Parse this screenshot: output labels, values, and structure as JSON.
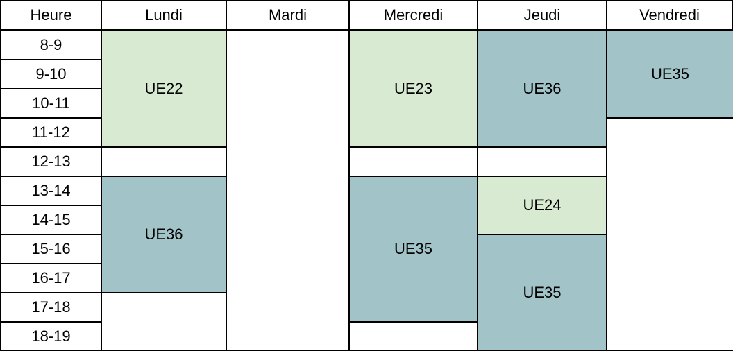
{
  "colors": {
    "green": "#d9ead3",
    "teal": "#a2c4c9",
    "empty": "#ffffff",
    "grid": "#000000"
  },
  "headers": [
    "Heure",
    "Lundi",
    "Mardi",
    "Mercredi",
    "Jeudi",
    "Vendredi"
  ],
  "hours": [
    "8-9",
    "9-10",
    "10-11",
    "11-12",
    "12-13",
    "13-14",
    "14-15",
    "15-16",
    "16-17",
    "17-18",
    "18-19"
  ],
  "schedule": [
    [
      {
        "label": "UE22",
        "color": "green",
        "start": 0,
        "span": 4
      },
      {
        "label": "",
        "color": "empty",
        "start": 4,
        "span": 1
      },
      {
        "label": "UE36",
        "color": "teal",
        "start": 5,
        "span": 4
      },
      {
        "label": "",
        "color": "empty",
        "start": 9,
        "span": 2
      }
    ],
    [
      {
        "label": "",
        "color": "empty",
        "start": 0,
        "span": 11
      }
    ],
    [
      {
        "label": "UE23",
        "color": "green",
        "start": 0,
        "span": 4
      },
      {
        "label": "",
        "color": "empty",
        "start": 4,
        "span": 1
      },
      {
        "label": "UE35",
        "color": "teal",
        "start": 5,
        "span": 5
      },
      {
        "label": "",
        "color": "empty",
        "start": 10,
        "span": 1
      }
    ],
    [
      {
        "label": "UE36",
        "color": "teal",
        "start": 0,
        "span": 4
      },
      {
        "label": "",
        "color": "empty",
        "start": 4,
        "span": 1
      },
      {
        "label": "UE24",
        "color": "green",
        "start": 5,
        "span": 2
      },
      {
        "label": "UE35",
        "color": "teal",
        "start": 7,
        "span": 4
      }
    ],
    [
      {
        "label": "UE35",
        "color": "teal",
        "start": 0,
        "span": 3
      },
      {
        "label": "",
        "color": "empty",
        "start": 3,
        "span": 8
      }
    ]
  ]
}
